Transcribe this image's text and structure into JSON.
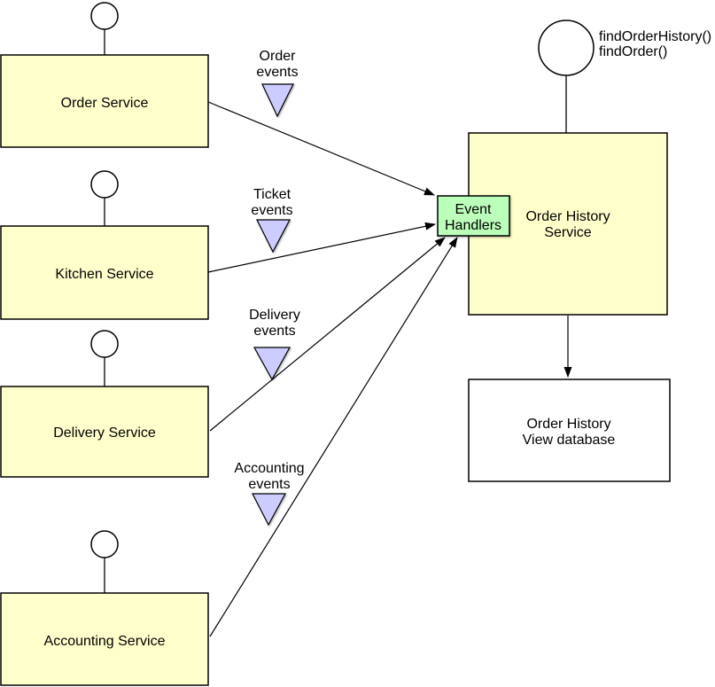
{
  "colors": {
    "service_fill": "#FFFFCC",
    "event_handlers_fill": "#BBFFBB",
    "event_triangle_fill": "#CCCCFF",
    "database_fill": "#FFFFFF",
    "line_stroke": "#000000"
  },
  "services": [
    {
      "label": "Order Service"
    },
    {
      "label": "Kitchen Service"
    },
    {
      "label": "Delivery Service"
    },
    {
      "label": "Accounting Service"
    }
  ],
  "event_labels": [
    {
      "line1": "Order",
      "line2": "events"
    },
    {
      "line1": "Ticket",
      "line2": "events"
    },
    {
      "line1": "Delivery",
      "line2": "events"
    },
    {
      "line1": "Accounting",
      "line2": "events"
    }
  ],
  "order_history_service": {
    "line1": "Order History",
    "line2": "Service"
  },
  "event_handlers": {
    "line1": "Event",
    "line2": "Handlers"
  },
  "database": {
    "line1": "Order History",
    "line2": "View database"
  },
  "api_operations": {
    "line1": "findOrderHistory()",
    "line2": "findOrder()"
  }
}
